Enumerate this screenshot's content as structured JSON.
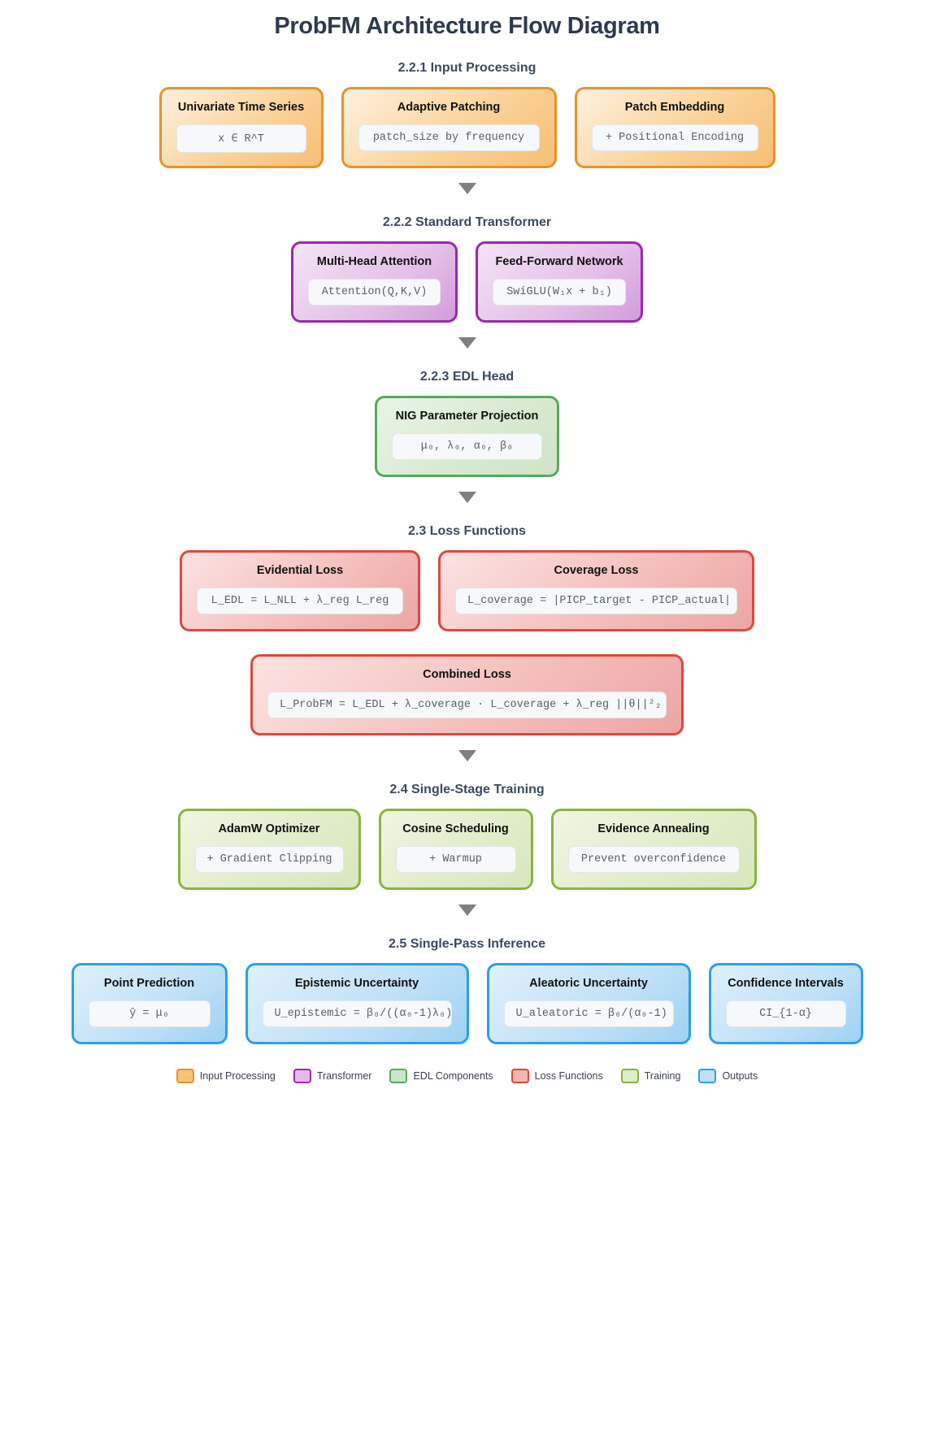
{
  "title": "ProbFM Architecture Flow Diagram",
  "sections": [
    {
      "id": "input-processing",
      "heading": "2.2.1 Input Processing",
      "variant": "v-input",
      "nodes": [
        {
          "title": "Univariate Time Series",
          "code": "x ∈ R^T"
        },
        {
          "title": "Adaptive Patching",
          "code": "patch_size by frequency"
        },
        {
          "title": "Patch Embedding",
          "code": "+ Positional Encoding"
        }
      ]
    },
    {
      "id": "standard-transformer",
      "heading": "2.2.2 Standard Transformer",
      "variant": "v-tf",
      "nodes": [
        {
          "title": "Multi-Head Attention",
          "code": "Attention(Q,K,V)"
        },
        {
          "title": "Feed-Forward Network",
          "code": "SwiGLU(W₁x + b₁)"
        }
      ]
    },
    {
      "id": "edl-head",
      "heading": "2.2.3 EDL Head",
      "variant": "v-edl",
      "nodes": [
        {
          "title": "NIG Parameter Projection",
          "code": "μ₀, λ₀, α₀, β₀"
        }
      ]
    },
    {
      "id": "loss-functions",
      "heading": "2.3 Loss Functions",
      "variant": "v-loss",
      "nodes": [
        {
          "title": "Evidential Loss",
          "code": "L_EDL = L_NLL + λ_reg L_reg"
        },
        {
          "title": "Coverage Loss",
          "code": "L_coverage = |PICP_target - PICP_actual|"
        }
      ],
      "nodes_row2": [
        {
          "title": "Combined Loss",
          "code": "L_ProbFM = L_EDL + λ_coverage · L_coverage + λ_reg ||θ||²₂"
        }
      ]
    },
    {
      "id": "single-stage-training",
      "heading": "2.4 Single-Stage Training",
      "variant": "v-train",
      "nodes": [
        {
          "title": "AdamW Optimizer",
          "code": "+ Gradient Clipping"
        },
        {
          "title": "Cosine Scheduling",
          "code": "+ Warmup"
        },
        {
          "title": "Evidence Annealing",
          "code": "Prevent overconfidence"
        }
      ]
    },
    {
      "id": "single-pass-inference",
      "heading": "2.5 Single-Pass Inference",
      "variant": "v-out",
      "nodes": [
        {
          "title": "Point Prediction",
          "code": "ŷ = μ₀"
        },
        {
          "title": "Epistemic Uncertainty",
          "code": "U_epistemic = β₀/((α₀-1)λ₀)"
        },
        {
          "title": "Aleatoric Uncertainty",
          "code": "U_aleatoric = β₀/(α₀-1)"
        },
        {
          "title": "Confidence Intervals",
          "code": "CI_{1-α}"
        }
      ]
    }
  ],
  "arrow_icon": "triangle-down-icon",
  "legend": {
    "items": [
      {
        "label": "Input Processing",
        "fill": "#f8c577",
        "border": "#e8912d"
      },
      {
        "label": "Transformer",
        "fill": "#e2bbe8",
        "border": "#9c27b0"
      },
      {
        "label": "EDL Components",
        "fill": "#cfe4c6",
        "border": "#5aa85c"
      },
      {
        "label": "Loss Functions",
        "fill": "#f2b5b2",
        "border": "#e0473c"
      },
      {
        "label": "Training",
        "fill": "#dfedc4",
        "border": "#8bb33f"
      },
      {
        "label": "Outputs",
        "fill": "#bfe0f7",
        "border": "#2aa0e8"
      }
    ]
  },
  "colors": {
    "title": "#2d3a4e",
    "heading": "#3b4a5e",
    "arrow": "#808080",
    "code_text": "#5b6168",
    "background": "#ffffff"
  }
}
